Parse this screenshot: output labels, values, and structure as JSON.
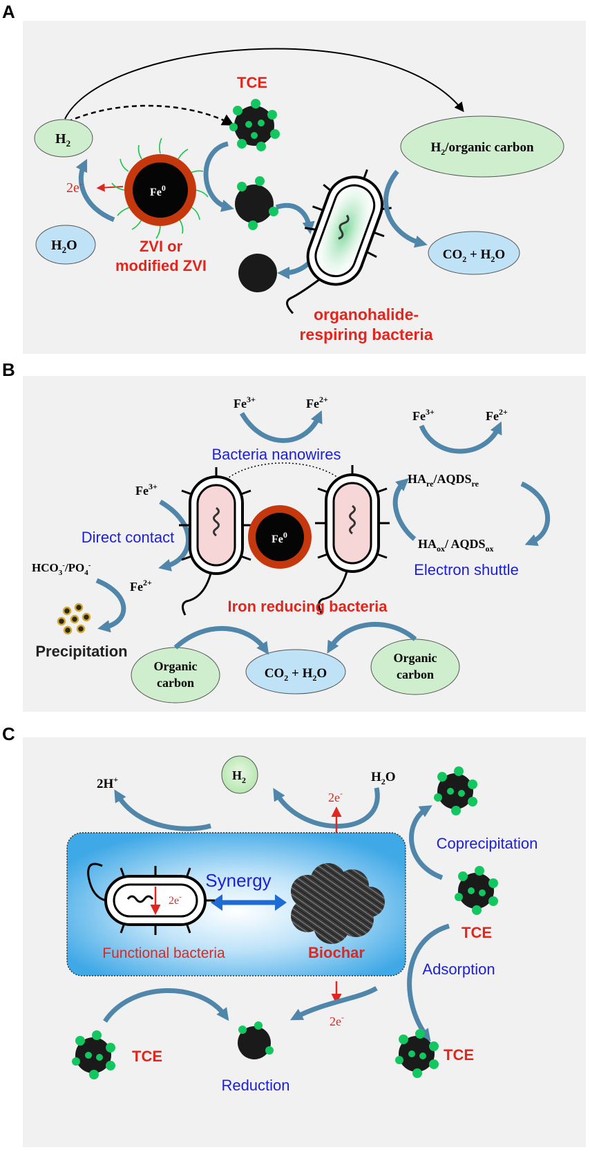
{
  "panels": {
    "a": {
      "letter": "A",
      "h2": "H",
      "h2_sub": "2",
      "h2o_main": "H",
      "h2o_sub": "2",
      "h2o_tail": "O",
      "two_e": "2e",
      "two_e_sup": "-",
      "fe0": "Fe",
      "fe0_sup": "0",
      "tce": "TCE",
      "zvi_line1": "ZVI or",
      "zvi_line2": "modified ZVI",
      "h2_organic_main": "H",
      "h2_organic_sub": "2",
      "h2_organic_tail": "/organic carbon",
      "co2_a": "CO",
      "co2_sub": "2",
      "co2_mid": " + H",
      "co2_sub2": "2",
      "co2_tail": "O",
      "bacteria_line1": "organohalide-",
      "bacteria_line2": "respiring bacteria"
    },
    "b": {
      "letter": "B",
      "fe3_top": "Fe",
      "fe3_top_sup": "3+",
      "fe2_top": "Fe",
      "fe2_top_sup": "2+",
      "nanowires": "Bacteria nanowires",
      "fe3_right": "Fe",
      "fe3_right_sup": "3+",
      "fe2_right": "Fe",
      "fe2_right_sup": "2+",
      "ha_re": "HA",
      "ha_re_sub": "re",
      "aqds_re": "/AQDS",
      "aqds_re_sub": "re",
      "ha_ox": "HA",
      "ha_ox_sub": "ox",
      "aqds_ox": "/ AQDS",
      "aqds_ox_sub": "ox",
      "electron_shuttle": "Electron shuttle",
      "fe3_left": "Fe",
      "fe3_left_sup": "3+",
      "direct_contact": "Direct contact",
      "hco3": "HCO",
      "hco3_sub": "3",
      "hco3_sup": "-",
      "po4": "/PO",
      "po4_sub": "4",
      "po4_sup": "-",
      "fe2_left": "Fe",
      "fe2_left_sup": "2+",
      "fe0": "Fe",
      "fe0_sup": "0",
      "iron_reducing": "Iron reducing bacteria",
      "precipitation": "Precipitation",
      "organic1_line1": "Organic",
      "organic1_line2": "carbon",
      "organic2_line1": "Organic",
      "organic2_line2": "carbon",
      "co2": "CO",
      "co2_sub": "2",
      "co2_mid": " + H",
      "co2_sub2": "2",
      "co2_tail": "O"
    },
    "c": {
      "letter": "C",
      "two_h": "2H",
      "two_h_sup": "+",
      "h2": "H",
      "h2_sub": "2",
      "h2o": "H",
      "h2o_sub": "2",
      "h2o_tail": "O",
      "two_e_top": "2e",
      "two_e_top_sup": "-",
      "coprecipitation": "Coprecipitation",
      "synergy": "Synergy",
      "two_e_bact": "2e",
      "two_e_bact_sup": "-",
      "functional_bacteria": "Functional bacteria",
      "biochar": "Biochar",
      "tce_right": "TCE",
      "adsorption": "Adsorption",
      "two_e_bottom": "2e",
      "two_e_bottom_sup": "-",
      "tce_left": "TCE",
      "tce_bottom_right": "TCE",
      "reduction": "Reduction"
    }
  },
  "colors": {
    "panel_bg": "#f1f1f1",
    "red_label": "#e0261d",
    "blue_label": "#1c1fd6",
    "arrow_blue": "#4f86aa",
    "green_ellipse": "#cfeecd",
    "blue_ellipse": "#bfe2f6",
    "tce_green": "#13c760",
    "zvi_ring": "#c5380e",
    "bacterium_fill": "#f6d6d6"
  }
}
